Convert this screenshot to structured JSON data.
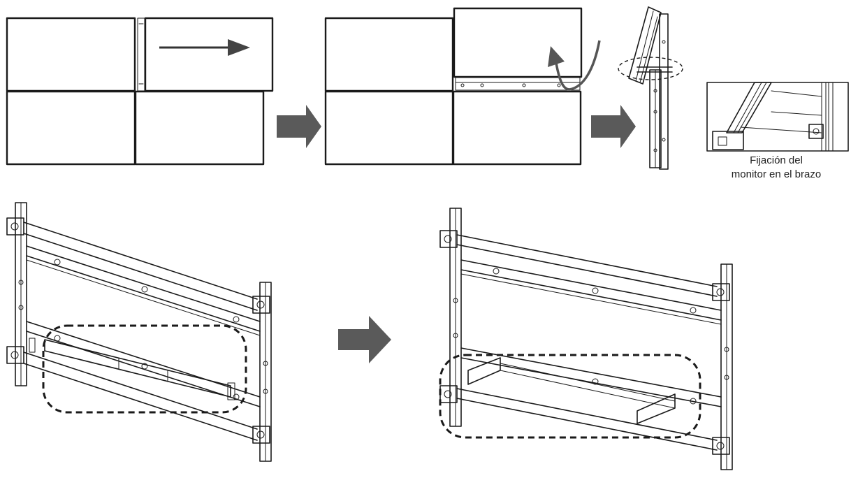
{
  "caption": {
    "line1": "Fijación del",
    "line2": "monitor en el brazo"
  },
  "colors": {
    "line": "#1a1a1a",
    "step_arrow": "#5a5a5a",
    "background": "#ffffff"
  },
  "diagram": {
    "steps_top": 3,
    "steps_bottom": 2,
    "step_arrows": [
      "arrow-right",
      "arrow-right",
      "arrow-right"
    ]
  }
}
